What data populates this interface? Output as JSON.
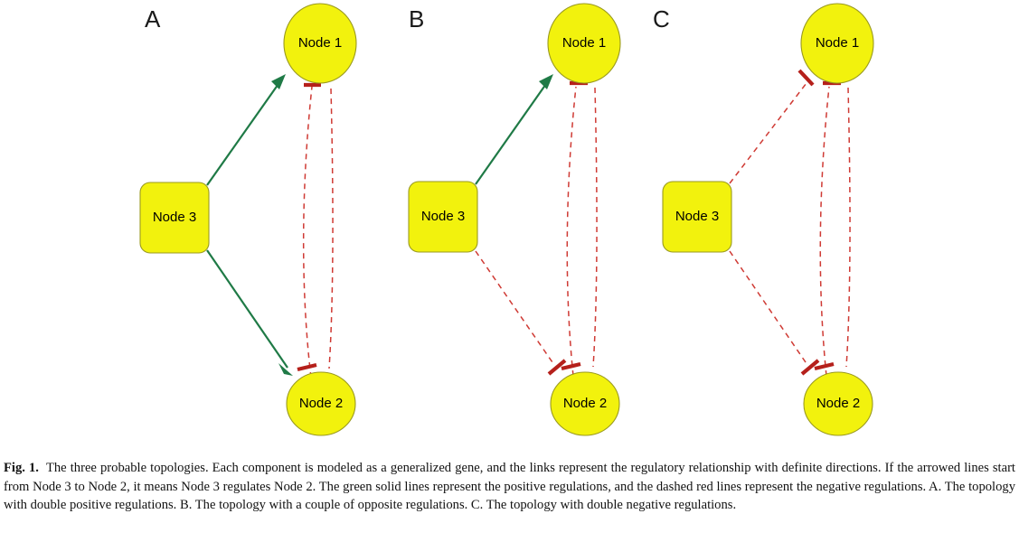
{
  "figure": {
    "caption_label": "Fig. 1.",
    "caption_text": "The three probable topologies. Each component is modeled as a generalized gene, and the links represent the regulatory relationship with definite directions. If the arrowed lines start from Node 3 to Node 2, it means Node 3 regulates Node 2. The green solid lines represent the positive regulations, and the dashed red lines represent the negative regulations. A. The topology with double positive regulations. B. The topology with a couple of opposite regulations. C. The topology with double negative regulations.",
    "colors": {
      "node_fill": "#f2f20d",
      "node_stroke": "#9a9a20",
      "positive_edge": "#1f7a46",
      "negative_edge": "#cf3a34",
      "inhibition_bar": "#b5201b",
      "background": "#ffffff",
      "text": "#000000"
    },
    "node_labels": {
      "node1": "Node 1",
      "node2": "Node 2",
      "node3": "Node 3"
    },
    "panels": [
      {
        "id": "A",
        "letter": "A",
        "title": "The topology with double positive regulations",
        "edges": [
          {
            "from": "Node 3",
            "to": "Node 1",
            "sign": "positive",
            "style": "solid-green-arrow"
          },
          {
            "from": "Node 3",
            "to": "Node 2",
            "sign": "positive",
            "style": "solid-green-arrow"
          },
          {
            "from": "Node 1",
            "to": "Node 2",
            "sign": "negative",
            "style": "dashed-red-bar"
          },
          {
            "from": "Node 2",
            "to": "Node 1",
            "sign": "negative",
            "style": "dashed-red-bar"
          }
        ]
      },
      {
        "id": "B",
        "letter": "B",
        "title": "The topology with a couple of opposite regulations",
        "edges": [
          {
            "from": "Node 3",
            "to": "Node 1",
            "sign": "positive",
            "style": "solid-green-arrow"
          },
          {
            "from": "Node 3",
            "to": "Node 2",
            "sign": "negative",
            "style": "dashed-red-bar"
          },
          {
            "from": "Node 1",
            "to": "Node 2",
            "sign": "negative",
            "style": "dashed-red-bar"
          },
          {
            "from": "Node 2",
            "to": "Node 1",
            "sign": "negative",
            "style": "dashed-red-bar"
          }
        ]
      },
      {
        "id": "C",
        "letter": "C",
        "title": "The topology with double negative regulations",
        "edges": [
          {
            "from": "Node 3",
            "to": "Node 1",
            "sign": "negative",
            "style": "dashed-red-bar"
          },
          {
            "from": "Node 3",
            "to": "Node 2",
            "sign": "negative",
            "style": "dashed-red-bar"
          },
          {
            "from": "Node 1",
            "to": "Node 2",
            "sign": "negative",
            "style": "dashed-red-bar"
          },
          {
            "from": "Node 2",
            "to": "Node 1",
            "sign": "negative",
            "style": "dashed-red-bar"
          }
        ]
      }
    ]
  }
}
